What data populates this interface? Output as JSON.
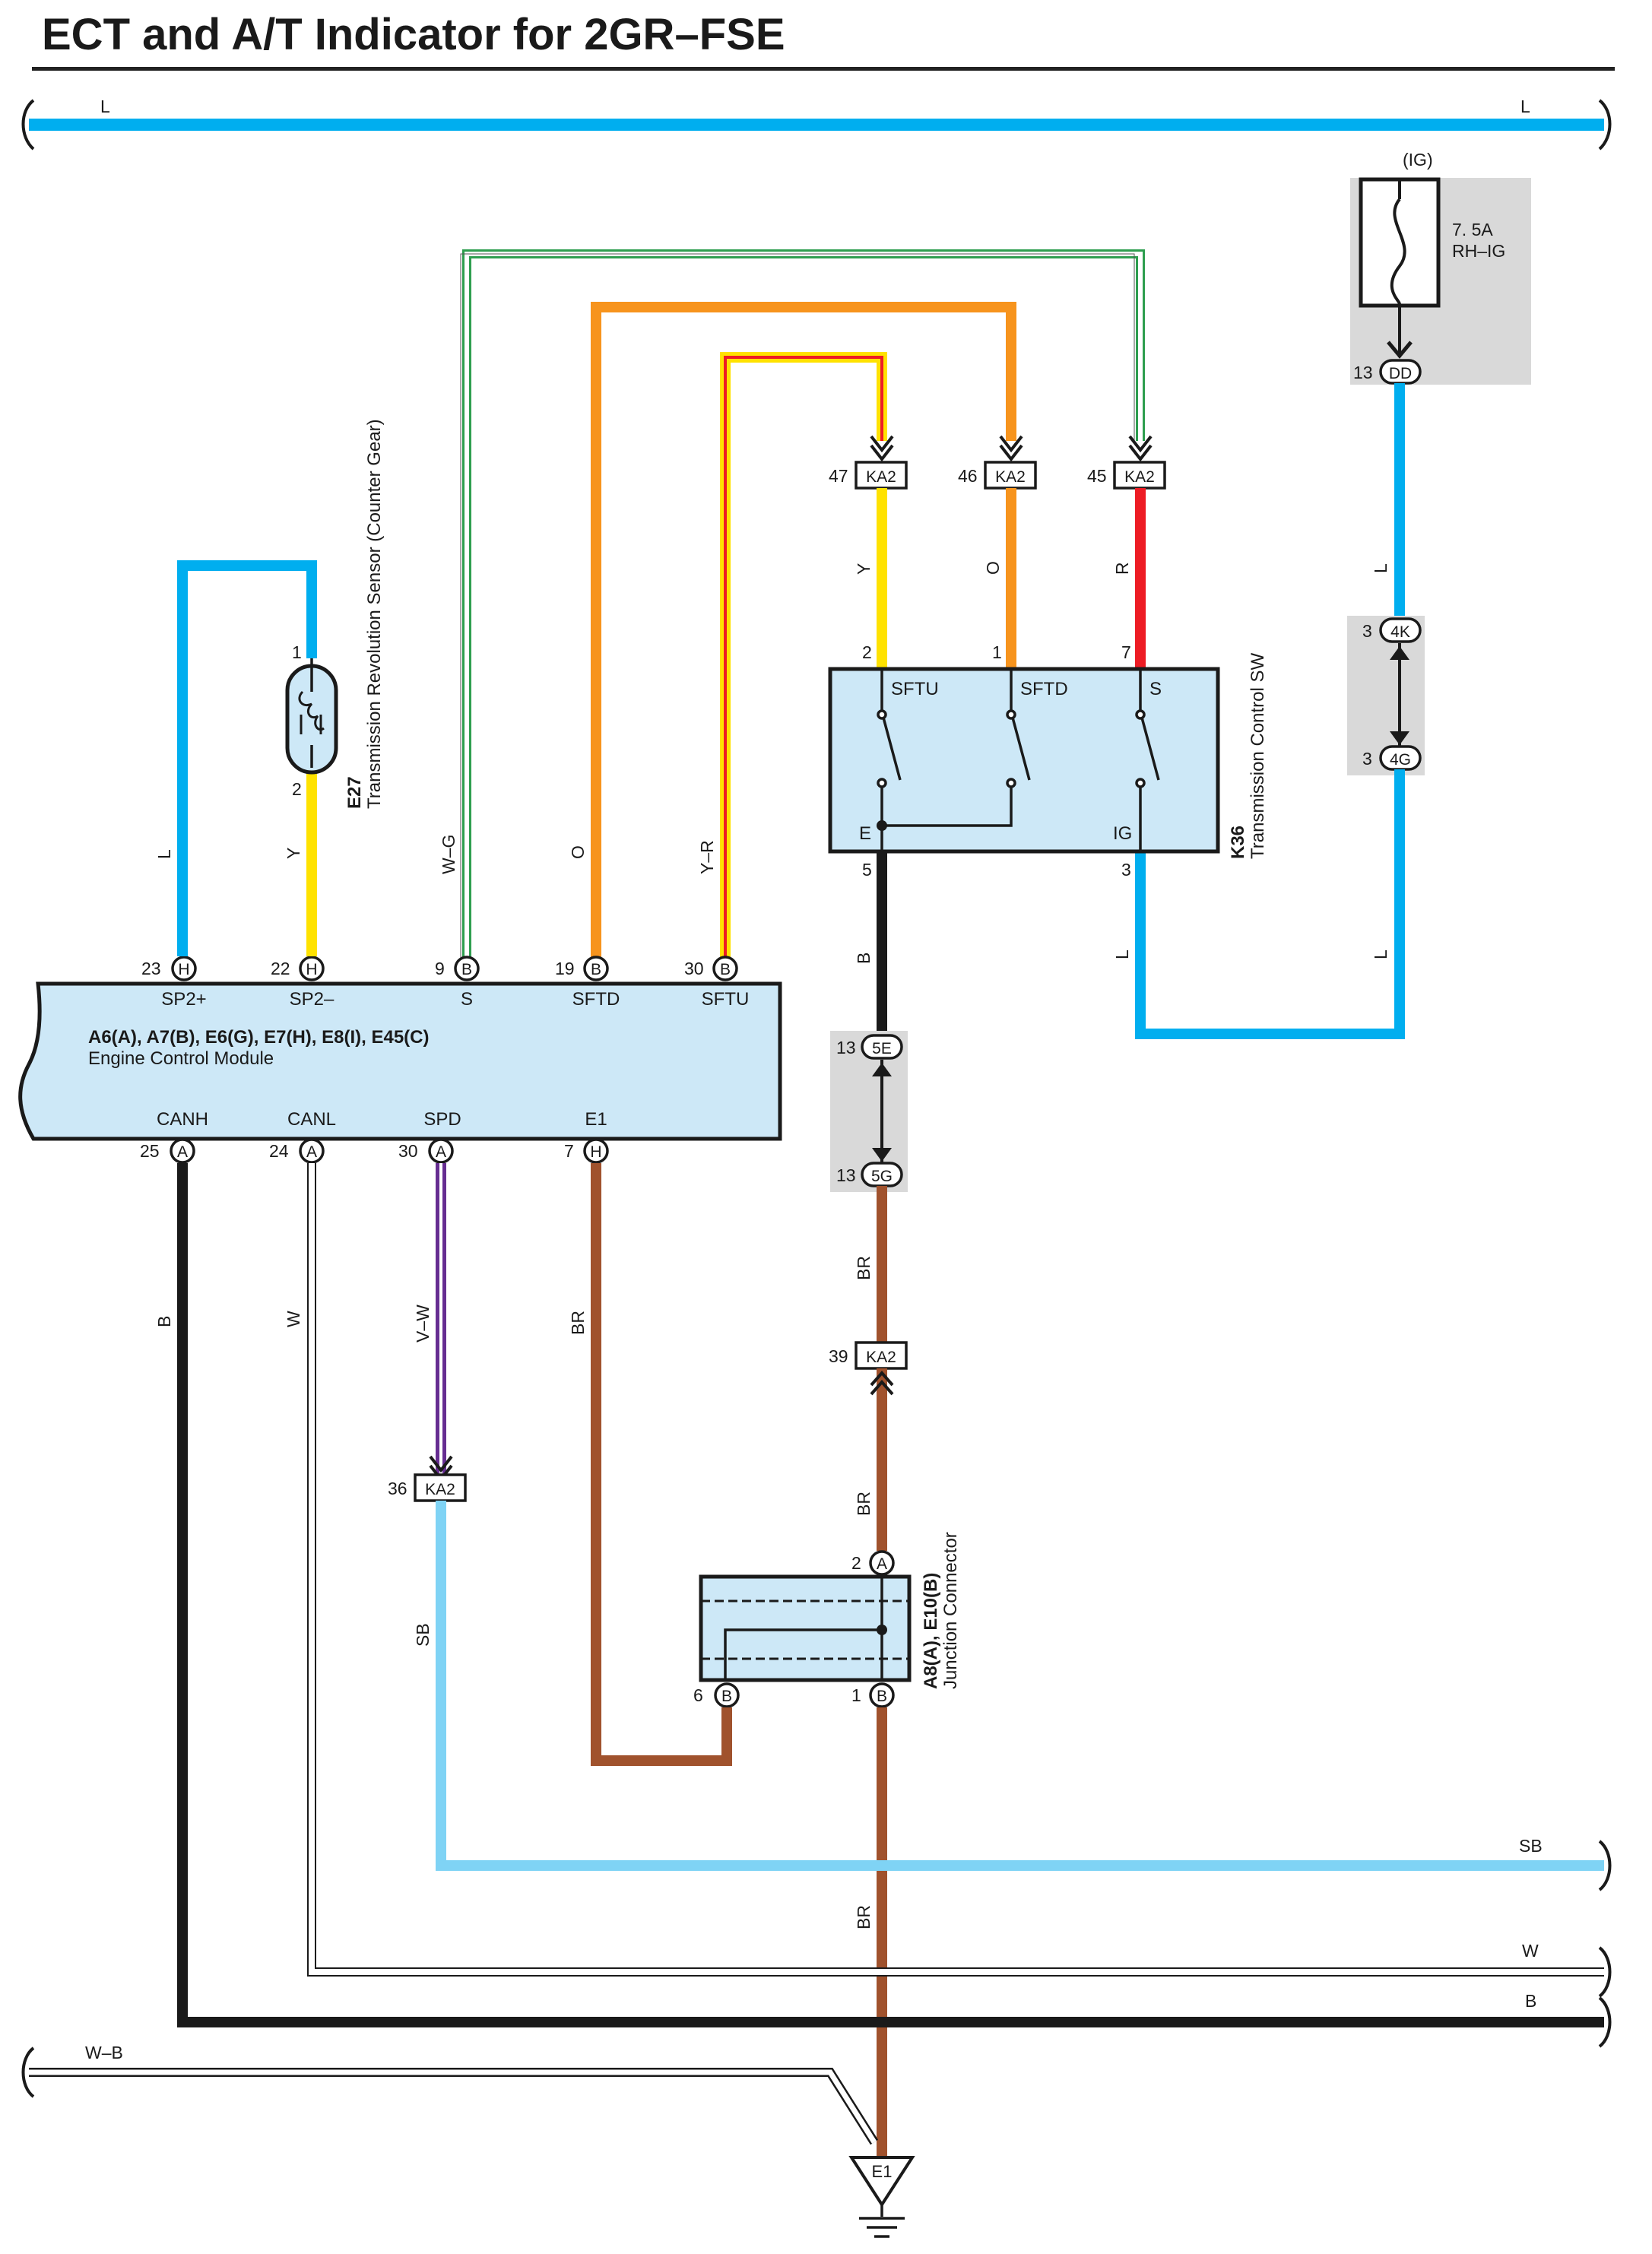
{
  "title": "ECT and A/T Indicator for 2GR–FSE",
  "colors": {
    "L": "#00aeef",
    "Y": "#ffe200",
    "O": "#f7941d",
    "R": "#ed1c24",
    "B": "#1a1a1a",
    "BR": "#a0522d",
    "SB": "#7fd3f5",
    "G": "#2e9e4f",
    "V": "#662d91",
    "W": "#ffffff",
    "box": "#cde8f7",
    "gray": "#d9d9d9"
  },
  "bus": {
    "top_left": "L",
    "top_right": "L"
  },
  "fuse": {
    "label": "(IG)",
    "rating": "7. 5A",
    "name": "RH–IG"
  },
  "connectors": {
    "dd": {
      "pin": "13",
      "code": "DD"
    },
    "k4": {
      "pin": "3",
      "code": "4K"
    },
    "g4": {
      "pin": "3",
      "code": "4G"
    },
    "ka2_47": {
      "pin": "47",
      "code": "KA2"
    },
    "ka2_46": {
      "pin": "46",
      "code": "KA2"
    },
    "ka2_45": {
      "pin": "45",
      "code": "KA2"
    },
    "ka2_39": {
      "pin": "39",
      "code": "KA2"
    },
    "ka2_36": {
      "pin": "36",
      "code": "KA2"
    },
    "e5": {
      "pin": "13",
      "code": "5E"
    },
    "g5": {
      "pin": "13",
      "code": "5G"
    }
  },
  "sensor": {
    "id": "E27",
    "name": "Transmission Revolution Sensor (Counter Gear)",
    "pin1": "1",
    "pin2": "2"
  },
  "switch": {
    "id": "K36",
    "name": "Transmission Control SW",
    "pins": [
      "2",
      "1",
      "7"
    ],
    "labels": [
      "SFTU",
      "SFTD",
      "S"
    ],
    "e_label": "E",
    "ig_label": "IG",
    "e_pin": "5",
    "ig_pin": "3"
  },
  "ecm": {
    "ids": "A6(A), A7(B), E6(G), E7(H), E8(I), E45(C)",
    "name": "Engine Control Module",
    "top_pins": [
      {
        "num": "23",
        "conn": "H",
        "label": "SP2+"
      },
      {
        "num": "22",
        "conn": "H",
        "label": "SP2–"
      },
      {
        "num": "9",
        "conn": "B",
        "label": "S"
      },
      {
        "num": "19",
        "conn": "B",
        "label": "SFTD"
      },
      {
        "num": "30",
        "conn": "B",
        "label": "SFTU"
      }
    ],
    "bottom_pins": [
      {
        "num": "25",
        "conn": "A",
        "label": "CANH"
      },
      {
        "num": "24",
        "conn": "A",
        "label": "CANL"
      },
      {
        "num": "30",
        "conn": "A",
        "label": "SPD"
      },
      {
        "num": "7",
        "conn": "H",
        "label": "E1"
      }
    ]
  },
  "junction": {
    "ids": "A8(A), E10(B)",
    "name": "Junction Connector",
    "pin_a": {
      "num": "2",
      "conn": "A"
    },
    "pin_b6": {
      "num": "6",
      "conn": "B"
    },
    "pin_b1": {
      "num": "1",
      "conn": "B"
    }
  },
  "wire_labels": {
    "ecm_l": "L",
    "ecm_y": "Y",
    "ecm_wg": "W–G",
    "ecm_o": "O",
    "ecm_yr": "Y–R",
    "sw_y": "Y",
    "sw_o": "O",
    "sw_r": "R",
    "sw_b": "B",
    "sw_l": "L",
    "right_l1": "L",
    "right_l2": "L",
    "canh_b": "B",
    "canl_w": "W",
    "spd_vw": "V–W",
    "e1_br": "BR",
    "br_1": "BR",
    "br_2": "BR",
    "br_3": "BR",
    "sb": "SB"
  },
  "bottom_bus": {
    "sb": "SB",
    "w": "W",
    "b": "B",
    "wb": "W–B"
  },
  "ground": "E1"
}
